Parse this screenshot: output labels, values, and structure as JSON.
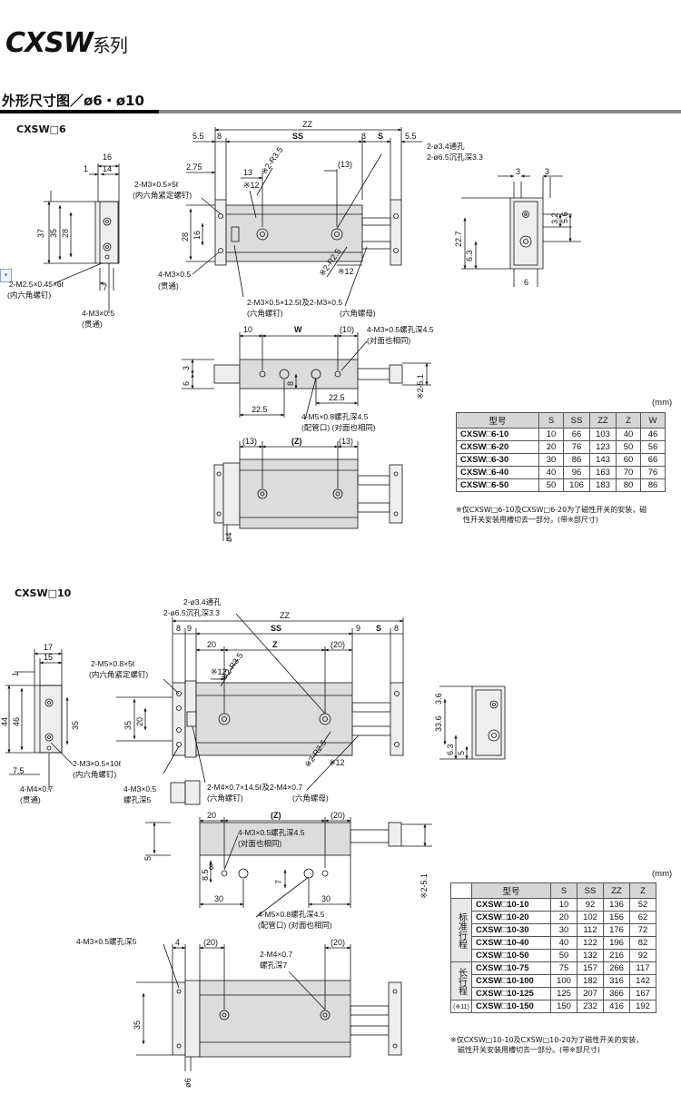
{
  "header": {
    "series_title": "CXSW",
    "series_suffix": "系列",
    "section_title": "外形尺寸图／ø6・ø10"
  },
  "side_tab_glyph": "▾",
  "colors": {
    "line": "#111111",
    "body_fill": "#dcdcdc",
    "table_header": "#d6d6d6"
  },
  "cxsw6": {
    "model_label": "CXSW□6",
    "labels": {
      "zz": "ZZ",
      "ss": "SS",
      "s": "S",
      "d55a": "5.5",
      "d8a": "8",
      "d8b": "8",
      "d55b": "5.5",
      "d16": "16",
      "d1": "1",
      "d14": "14",
      "d275": "2.75",
      "d13": "13",
      "r35": "※2-R3.5",
      "d13p": "(13)",
      "star12a": "※12",
      "d28": "28",
      "d16v": "16",
      "d37": "37",
      "d35": "35",
      "d28b": "28",
      "d7": "7",
      "m3_set": "2-M3×0.5×5ℓ",
      "m3_set_sub": "(内六角紧定螺钉)",
      "m3_through": "4-M3×0.5",
      "m3_through_sub": "(贯通)",
      "m25": "2-M2.5×0.45×6ℓ",
      "m25_sub": "(内六角螺钉)",
      "m3_b": "4-M3×0.5",
      "m3_b_sub": "(贯通)",
      "hole_a": "2-ø3.4通孔",
      "hole_b": "2-ø6.5沉孔深3.3",
      "r25": "※2-R2.5",
      "star12b": "※12",
      "bolt": "2-M3×0.5×12.5ℓ及2-M3×0.5",
      "bolt_sub1": "(六角螺钉)",
      "bolt_sub2": "(六角螺母)",
      "d3a": "3",
      "d3b": "3",
      "d32": "3.2",
      "d56": "5.6",
      "d227": "22.7",
      "d63": "6.3",
      "d6": "6",
      "d10": "10",
      "w": "W",
      "d10p": "(10)",
      "m3_deep": "4-M3×0.5螺孔深4.5",
      "m3_deep_sub": "(对面也相同)",
      "d3v": "3",
      "d6v": "6",
      "d8v": "8",
      "d225a": "22.5",
      "d225b": "22.5",
      "d251": "※2-5.1",
      "m5": "4-M5×0.8螺孔深4.5",
      "m5_sub": "(配管口) (对面也相同)",
      "d13l": "(13)",
      "zp": "(Z)",
      "d13r": "(13)",
      "d4": "ø4"
    },
    "table": {
      "unit": "(mm)",
      "headers": [
        "型号",
        "S",
        "SS",
        "ZZ",
        "Z",
        "W"
      ],
      "rows": [
        [
          "CXSW□6-10",
          "10",
          "66",
          "103",
          "40",
          "46"
        ],
        [
          "CXSW□6-20",
          "20",
          "76",
          "123",
          "50",
          "56"
        ],
        [
          "CXSW□6-30",
          "30",
          "86",
          "143",
          "60",
          "66"
        ],
        [
          "CXSW□6-40",
          "40",
          "96",
          "163",
          "70",
          "76"
        ],
        [
          "CXSW□6-50",
          "50",
          "106",
          "183",
          "80",
          "86"
        ]
      ],
      "note_line1": "※仅CXSW□6-10及CXSW□6-20为了磁性开关的安装，磁",
      "note_line2": "性开关安装用槽切去一部分。(带※部尺寸)"
    }
  },
  "cxsw10": {
    "model_label": "CXSW□10",
    "labels": {
      "hole_a": "2-ø3.4通孔",
      "hole_b": "2-ø6.5沉孔深3.3",
      "zz": "ZZ",
      "ss": "SS",
      "d8a": "8",
      "d9a": "9",
      "d9b": "9",
      "s": "S",
      "d8b": "8",
      "d20": "20",
      "z": "Z",
      "d20p": "(20)",
      "d17": "17",
      "d15": "15",
      "d1": "1",
      "m5_set": "2-M5×0.8×5ℓ",
      "m5_set_sub": "(内六角紧定螺钉)",
      "star12a": "※12",
      "r35": "※2-R3.5",
      "d44": "44",
      "d46": "46",
      "d35a": "35",
      "d35b": "35",
      "d20v": "20",
      "d75": "7.5",
      "m3": "2-M3×0.5×10ℓ",
      "m3_sub": "(内六角螺钉)",
      "m4_through": "4-M4×0.7",
      "m4_through_sub": "(贯通)",
      "m3_deep5": "4-M3×0.5",
      "m3_deep5_sub": "螺孔深5",
      "r25": "※2-R2.5",
      "star12b": "※12",
      "bolt": "2-M4×0.7×14.5ℓ及2-M4×0.7",
      "bolt_sub1": "(六角螺钉)",
      "bolt_sub2": "(六角螺母)",
      "d336": "33.6",
      "d36": "3.6",
      "d63": "6.3",
      "d5": "5",
      "d20t": "20",
      "zp": "(Z)",
      "d20tp": "(20)",
      "m3_deep45": "4-M3×0.5螺孔深4.5",
      "m3_deep45_sub": "(对面也相同)",
      "d5v": "5",
      "d85": "8.5",
      "d7": "7",
      "d8": "8",
      "d30a": "30",
      "d30b": "30",
      "d251": "※2-5.1",
      "m5": "4-M5×0.8螺孔深4.5",
      "m5_sub": "(配管口) (对面也相同)",
      "m3_bottom": "4-M3×0.5螺孔深5",
      "d4": "4",
      "d20bl": "(20)",
      "d20br": "(20)",
      "m4_bottom": "2-M4×0.7",
      "m4_bottom_sub": "螺孔深7",
      "d35c": "35",
      "d6": "ø6"
    },
    "table": {
      "unit": "(mm)",
      "headers": [
        "型号",
        "S",
        "SS",
        "ZZ",
        "Z"
      ],
      "group_standard": "标准行程",
      "group_long": "长行程",
      "group_long_note": "(※11)",
      "rows_standard": [
        [
          "CXSW□10-10",
          "10",
          "92",
          "136",
          "52"
        ],
        [
          "CXSW□10-20",
          "20",
          "102",
          "156",
          "62"
        ],
        [
          "CXSW□10-30",
          "30",
          "112",
          "176",
          "72"
        ],
        [
          "CXSW□10-40",
          "40",
          "122",
          "196",
          "82"
        ],
        [
          "CXSW□10-50",
          "50",
          "132",
          "216",
          "92"
        ]
      ],
      "rows_long": [
        [
          "CXSW□10-75",
          "75",
          "157",
          "266",
          "117"
        ],
        [
          "CXSW□10-100",
          "100",
          "182",
          "316",
          "142"
        ],
        [
          "CXSW□10-125",
          "125",
          "207",
          "366",
          "167"
        ],
        [
          "CXSW□10-150",
          "150",
          "232",
          "416",
          "192"
        ]
      ],
      "note_line1": "※仅CXSW□10-10及CXSW□10-20为了磁性开关的安装，",
      "note_line2": "磁性开关安装用槽切去一部分。(带※部尺寸)"
    }
  }
}
